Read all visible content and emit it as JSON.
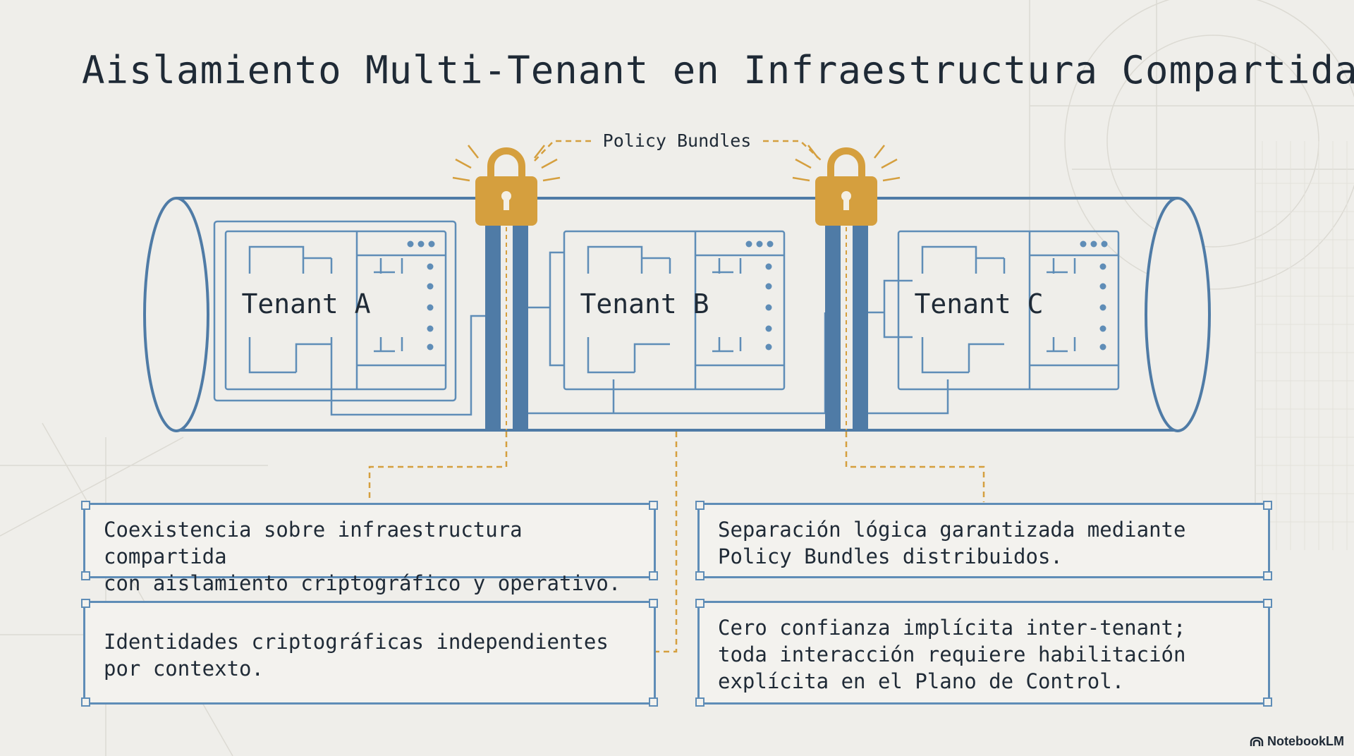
{
  "title": "Aislamiento Multi-Tenant en Infraestructura Compartida",
  "policy_label": "Policy Bundles",
  "tenants": [
    "Tenant A",
    "Tenant B",
    "Tenant C"
  ],
  "boxes": {
    "top_left": [
      "Coexistencia sobre infraestructura compartida",
      "con aislamiento criptográfico y operativo."
    ],
    "top_right": [
      "Separación lógica garantizada mediante",
      "Policy Bundles distribuidos."
    ],
    "bottom_left": [
      "Identidades criptográficas independientes",
      "por contexto."
    ],
    "bottom_right": [
      "Cero confianza implícita inter-tenant;",
      "toda interacción requiere habilitación",
      "explícita en el Plano de Control."
    ]
  },
  "brand": "NotebookLM",
  "colors": {
    "background": "#efeeea",
    "line": "#5f8db7",
    "wall": "#4f7ba6",
    "lock": "#d59f3e",
    "connector": "#d59f3e",
    "text": "#1f2a36"
  },
  "icons": [
    "padlock-icon",
    "notebooklm-logo-icon"
  ]
}
